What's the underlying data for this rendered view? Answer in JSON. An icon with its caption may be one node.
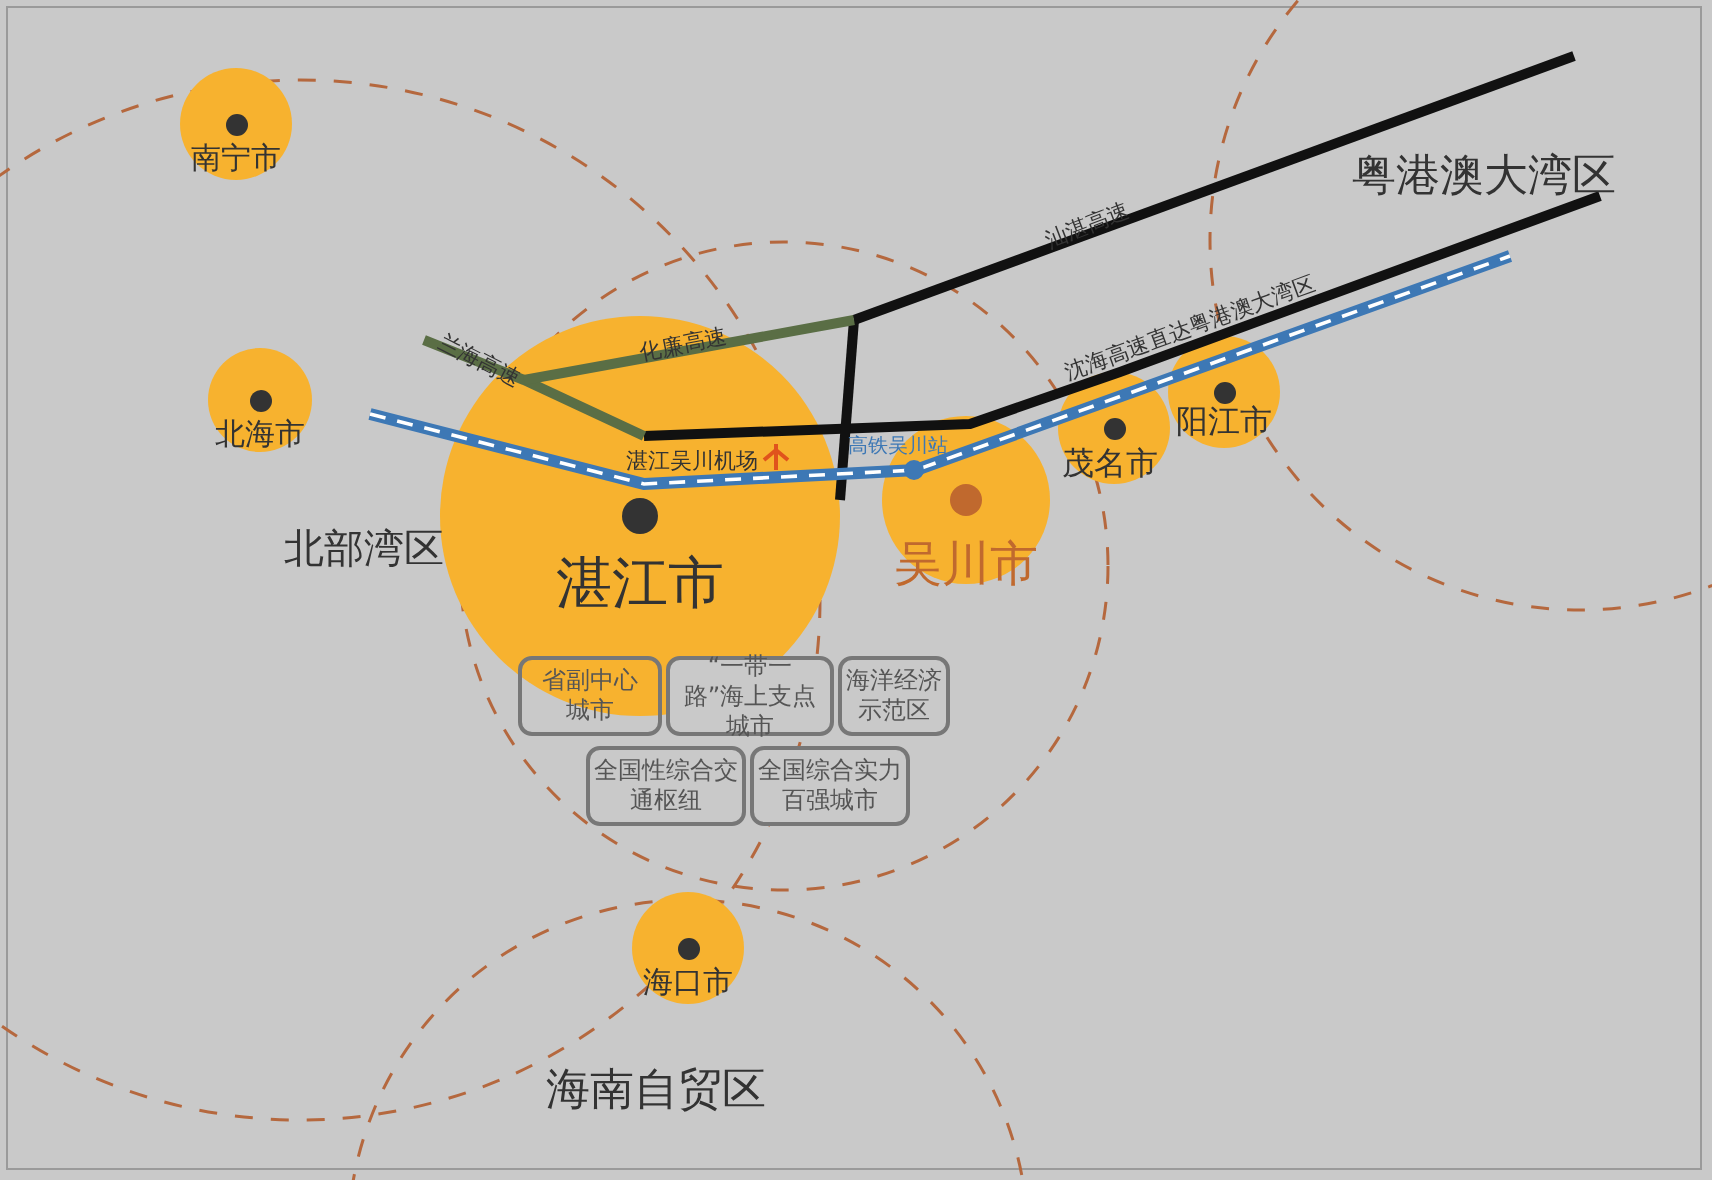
{
  "diagram": {
    "nodes": [
      {
        "text": [
          "南宁市"
        ]
      },
      {
        "text": [
          "北海市"
        ]
      },
      {
        "text": [
          "湛江市"
        ]
      },
      {
        "text": [
          "吴川市"
        ]
      },
      {
        "text": [
          "茂名市"
        ]
      },
      {
        "text": [
          "阳江市"
        ]
      },
      {
        "text": [
          "海口市"
        ]
      },
      {
        "text": [
          "省副中心城市"
        ]
      },
      {
        "text": [
          "“一带一路”海上支点城市"
        ]
      },
      {
        "text": [
          "海洋经济示范区"
        ]
      },
      {
        "text": [
          "全国性综合交通枢纽"
        ]
      },
      {
        "text": [
          "全国综合实力百强城市"
        ]
      }
    ],
    "labels": [
      "粤港澳大湾区",
      "汕湛高速",
      "沈海高速直达粤港澳大湾区",
      "兰海高速",
      "化廉高速",
      "湛江吴川机场",
      "高铁吴川站",
      "北部湾区",
      "海南自贸区"
    ]
  }
}
